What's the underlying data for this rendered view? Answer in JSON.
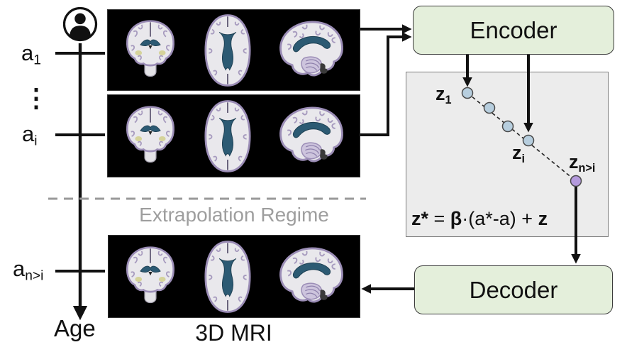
{
  "timeline": {
    "ticks": [
      {
        "base": "a",
        "sub": "1"
      },
      {
        "base": "a",
        "sub": "i"
      },
      {
        "base": "a",
        "sub": "n>i"
      }
    ],
    "ellipsis": "⋮",
    "axis_label": "Age"
  },
  "mri": {
    "caption": "3D MRI",
    "panel_count": 3,
    "views": [
      "coronal",
      "axial",
      "sagittal"
    ]
  },
  "extrapolation": {
    "label": "Extrapolation Regime"
  },
  "encoder": {
    "label": "Encoder"
  },
  "decoder": {
    "label": "Decoder"
  },
  "latent_space": {
    "points": [
      {
        "label_base": "z",
        "label_sub": "1",
        "color": "#b7cede"
      },
      {
        "color": "#b7cede"
      },
      {
        "color": "#b7cede"
      },
      {
        "label_base": "z",
        "label_sub": "i",
        "color": "#b7cede"
      },
      {
        "label_base": "z",
        "label_sub": "n>i",
        "color": "#b49add"
      }
    ],
    "equation": {
      "lhs": "z*",
      "rel": " = ",
      "beta": "β",
      "mid": "·(a*-a) + ",
      "rhs": "z"
    }
  },
  "colors": {
    "block_green": "#e4efdb",
    "latent_bg": "#ececec",
    "point_blue": "#b7cede",
    "point_purple": "#b49add",
    "ventricle_blue": "#2c5a73",
    "cortex_purple": "#9b8db6",
    "regime_gray": "#9e9e9e",
    "arrow_black": "#111111"
  }
}
